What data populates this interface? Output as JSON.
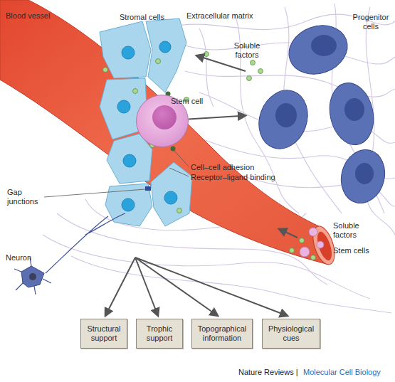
{
  "diagram": {
    "nodes": [
      {
        "text": [
          "Stem cell"
        ]
      },
      {
        "text": [
          "Progenitor cells"
        ]
      },
      {
        "text": [
          "Structural support"
        ]
      },
      {
        "text": [
          "Trophic support"
        ]
      },
      {
        "text": [
          "Topographical information"
        ]
      },
      {
        "text": [
          "Physiological cues"
        ]
      }
    ],
    "edges": [
      {
        "from": 0,
        "to": 1,
        "arrow": "to"
      }
    ],
    "labels": [
      "Blood vessel",
      "Stromal cells",
      "Extracellular matrix",
      "Soluble factors",
      "Cell–cell adhesion",
      "Receptor–ligand binding",
      "Gap junctions",
      "Neuron",
      "Soluble factors",
      "Stem cells",
      "Nature Reviews |",
      "Molecular Cell Biology"
    ]
  }
}
